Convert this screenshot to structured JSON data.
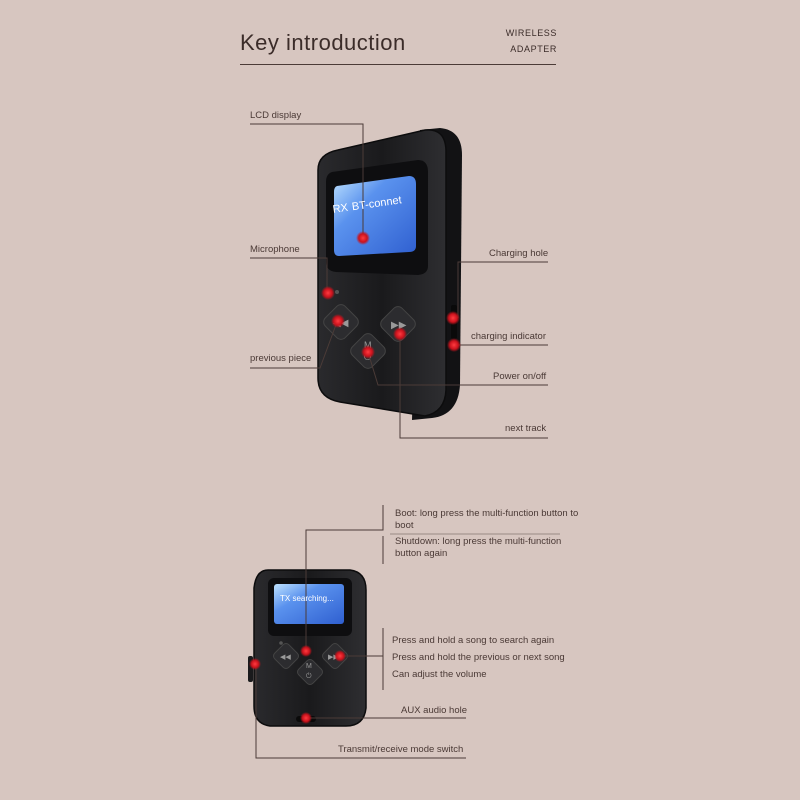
{
  "header": {
    "title": "Key introduction",
    "brand_line1": "WIRELESS",
    "brand_line2": "ADAPTER"
  },
  "top_device": {
    "screen_text_rx": "RX",
    "screen_text_main": "BT-connet",
    "button_m": "M",
    "labels": {
      "lcd": "LCD display",
      "microphone": "Microphone",
      "previous": "previous piece",
      "charging_hole": "Charging hole",
      "charging_indicator": "charging indicator",
      "power": "Power on/off",
      "next": "next track"
    }
  },
  "bottom_device": {
    "screen_text": "TX searching...",
    "boot": "Boot: long press the multi-function button to boot",
    "shutdown": "Shutdown: long press the multi-function button again",
    "search_again": "Press and hold a song to search again",
    "prev_next": "Press and hold the previous or next song",
    "volume": "Can adjust the volume",
    "aux": "AUX audio hole",
    "mode_switch": "Transmit/receive mode switch"
  },
  "colors": {
    "background": "#d7c6c0",
    "device": "#1d1d1f",
    "accent_dot": "#d3202b",
    "screen": "#3a73e0"
  }
}
